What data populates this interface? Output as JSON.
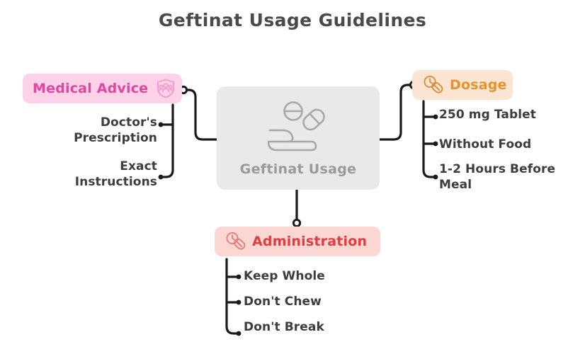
{
  "page": {
    "title": "Geftinat Usage Guidelines",
    "background_color": "#ffffff"
  },
  "center": {
    "label": "Geftinat Usage",
    "icon": "hand-holding-pills-icon",
    "background_color": "#e9e9e9",
    "text_color": "#9a9a9a"
  },
  "branches": [
    {
      "id": "medical-advice",
      "label": "Medical Advice",
      "icon": "shield-people-icon",
      "background_color": "#fbd2e7",
      "text_color": "#e0479e",
      "side": "left",
      "items": [
        {
          "line1": "Doctor's",
          "line2": "Prescription"
        },
        {
          "line1": "Exact",
          "line2": "Instructions"
        }
      ]
    },
    {
      "id": "dosage",
      "label": "Dosage",
      "icon": "pill-clock-icon",
      "background_color": "#fbe5d2",
      "text_color": "#e6922d",
      "side": "right",
      "items": [
        {
          "line1": "250 mg Tablet",
          "line2": ""
        },
        {
          "line1": "Without Food",
          "line2": ""
        },
        {
          "line1": "1-2 Hours Before",
          "line2": "Meal"
        }
      ]
    },
    {
      "id": "administration",
      "label": "Administration",
      "icon": "pill-clock-icon",
      "background_color": "#fbd7d4",
      "text_color": "#e23b40",
      "side": "bottom",
      "items": [
        {
          "line1": "Keep Whole",
          "line2": ""
        },
        {
          "line1": "Don't Chew",
          "line2": ""
        },
        {
          "line1": "Don't Break",
          "line2": ""
        }
      ]
    }
  ],
  "connector_color": "#1a1a1a"
}
